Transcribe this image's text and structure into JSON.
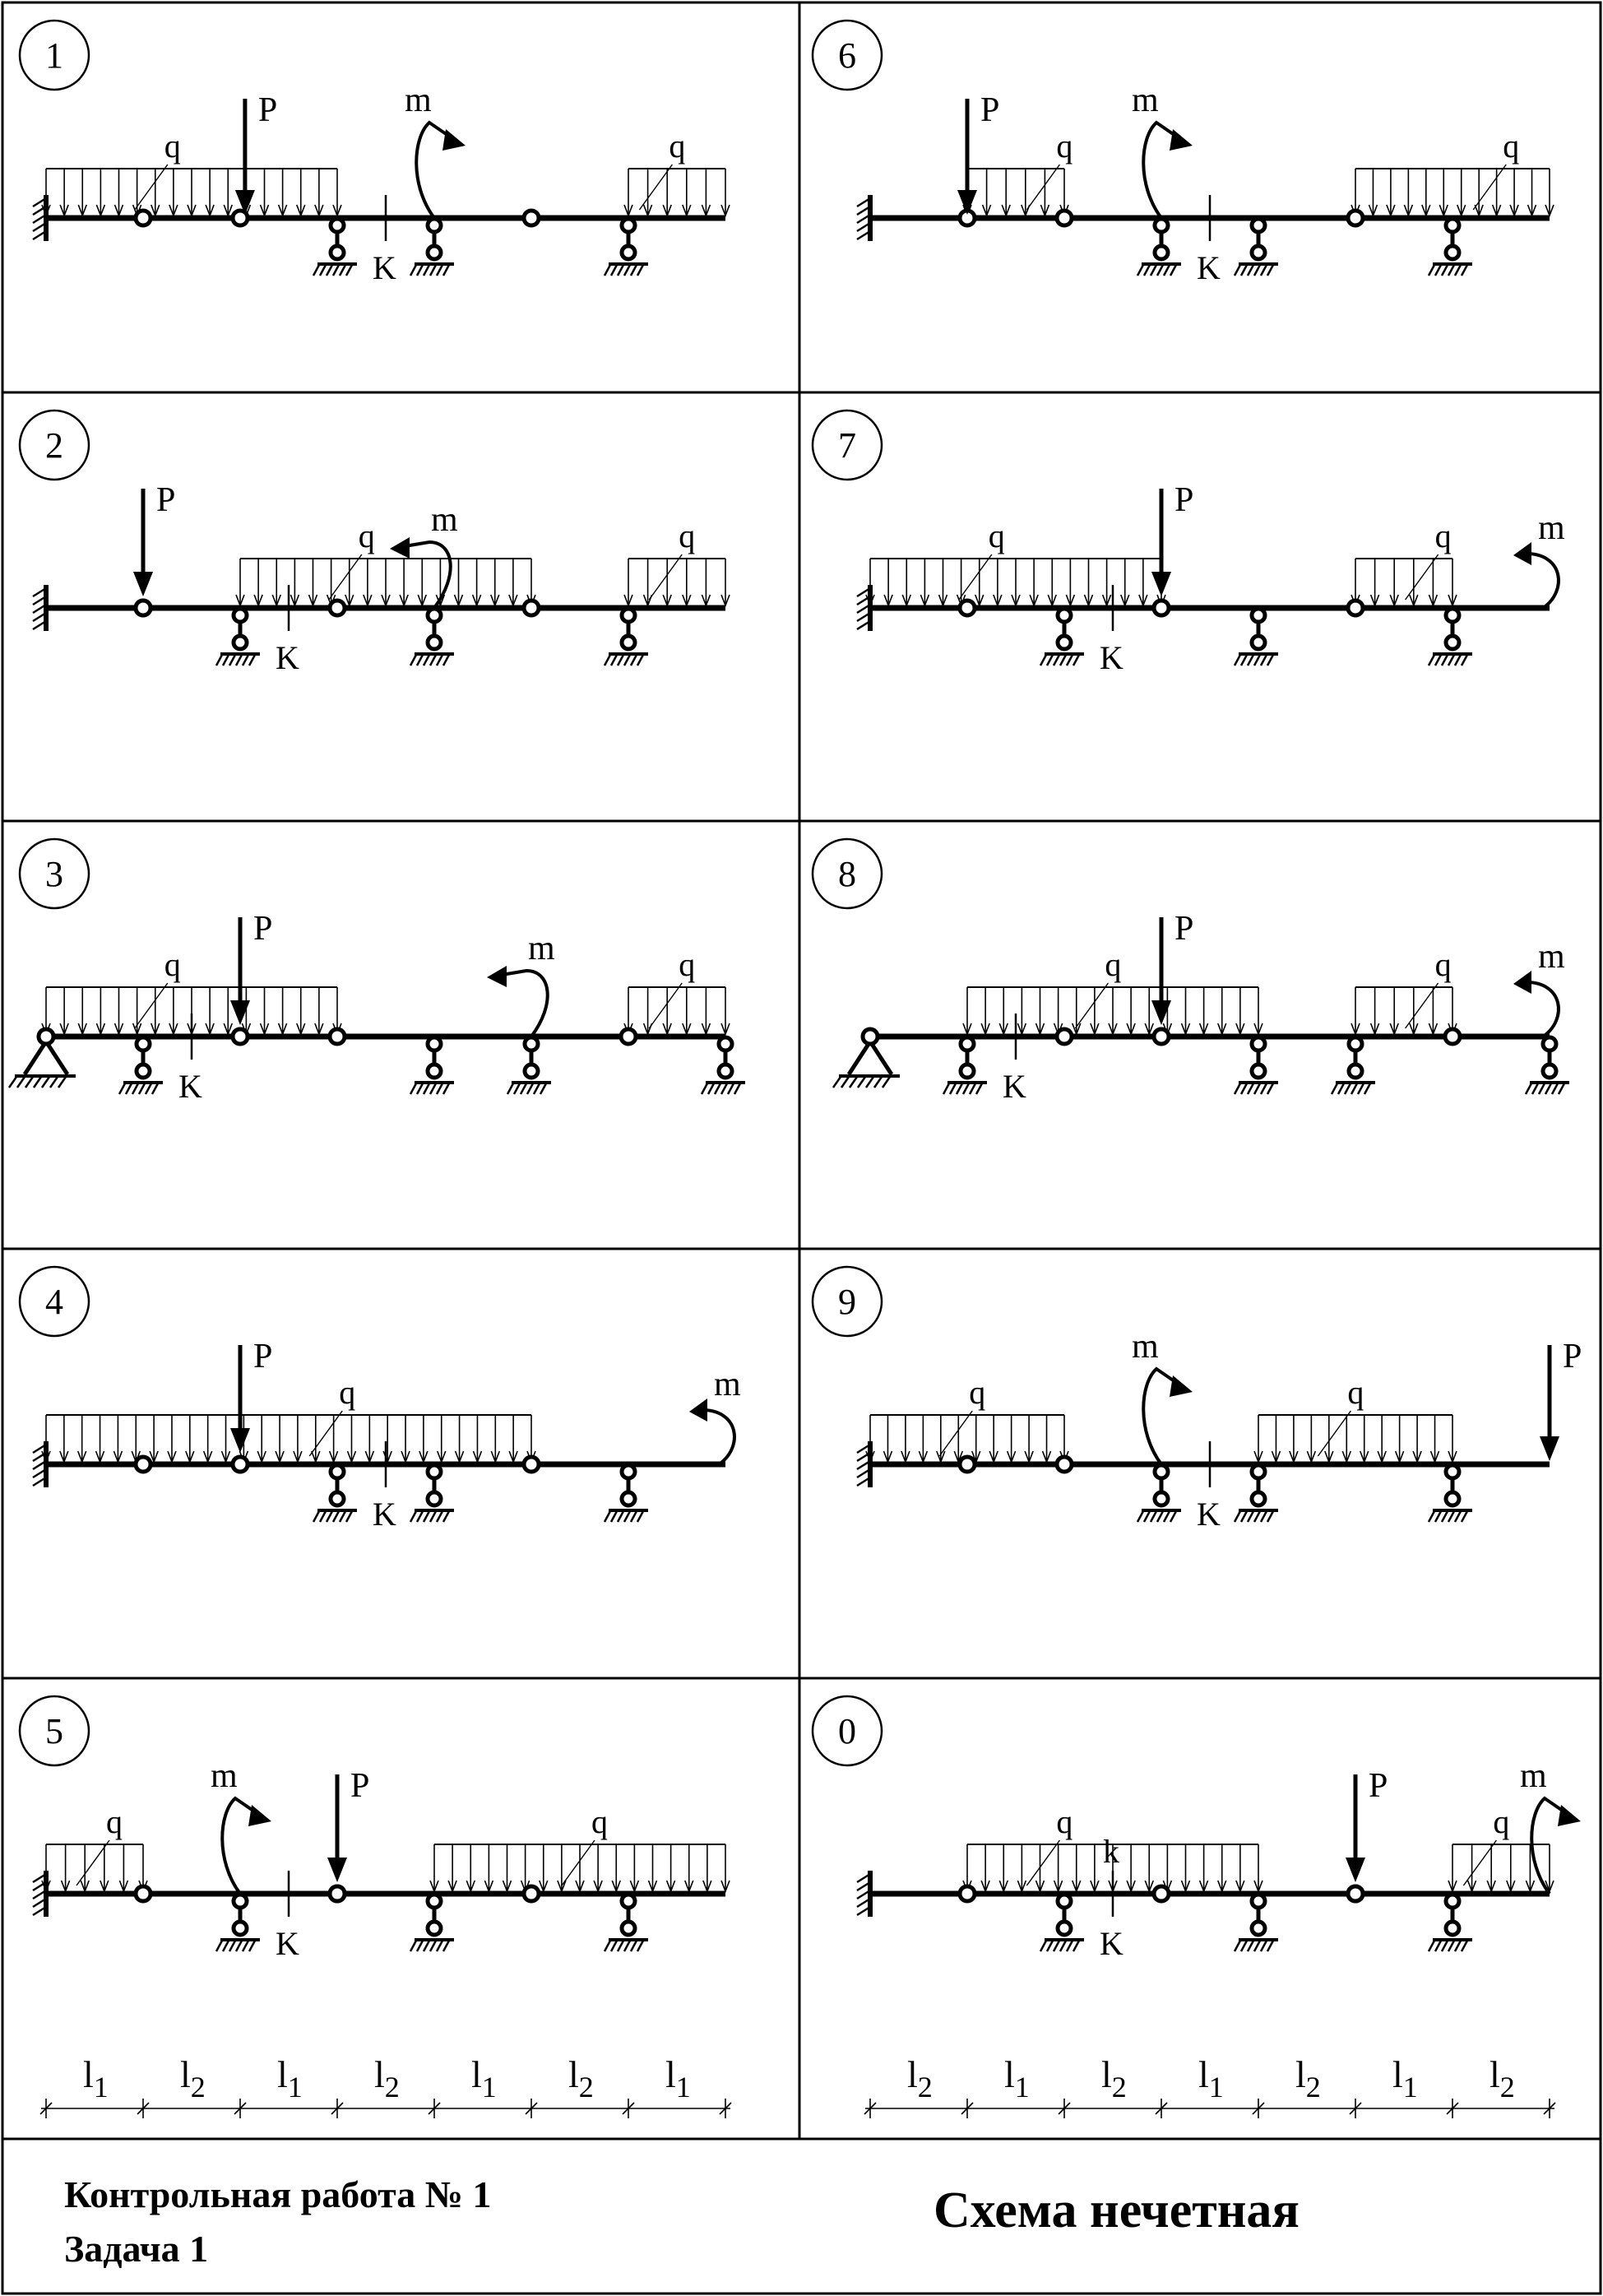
{
  "labels": {
    "P": "P",
    "q": "q",
    "m": "m",
    "K": "K",
    "k": "k"
  },
  "footer": {
    "line1": "Контрольная работа № 1",
    "line2": "Задача 1",
    "title": "Схема нечетная"
  },
  "spans": {
    "left": [
      "l1",
      "l2",
      "l1",
      "l2",
      "l1",
      "l2",
      "l1"
    ],
    "right": [
      "l2",
      "l1",
      "l2",
      "l1",
      "l2",
      "l1",
      "l2"
    ]
  },
  "schemes": [
    {
      "num": "1",
      "left": "fixed",
      "hinges": [
        1,
        2,
        5
      ],
      "supports": [
        3,
        4,
        6
      ],
      "q": [
        [
          0,
          3,
          1.1
        ],
        [
          6,
          7,
          6.3
        ]
      ],
      "P": [
        {
          "x": 2.05,
          "pin": false
        }
      ],
      "m": [
        {
          "x": 4,
          "dir": "cw",
          "side": "top"
        }
      ],
      "K": 3.5,
      "Klabel": "K"
    },
    {
      "num": "6",
      "left": "fixed",
      "hinges": [
        1,
        2,
        5
      ],
      "supports": [
        3,
        4,
        6
      ],
      "q": [
        [
          1,
          2,
          1.8
        ],
        [
          5,
          7,
          6.4
        ]
      ],
      "P": [
        {
          "x": 1,
          "pin": false
        }
      ],
      "m": [
        {
          "x": 3,
          "dir": "cw",
          "side": "top"
        }
      ],
      "K": 3.5,
      "Klabel": "K"
    },
    {
      "num": "2",
      "left": "fixed",
      "hinges": [
        1,
        3,
        5
      ],
      "supports": [
        2,
        4,
        6
      ],
      "q": [
        [
          2,
          5,
          3.1
        ],
        [
          6,
          7,
          6.4
        ]
      ],
      "P": [
        {
          "x": 1,
          "pin": true
        }
      ],
      "m": [
        {
          "x": 4,
          "dir": "ccw",
          "side": "top"
        }
      ],
      "K": 2.5,
      "Klabel": "K"
    },
    {
      "num": "7",
      "left": "fixed",
      "hinges": [
        1,
        3,
        5
      ],
      "supports": [
        2,
        4,
        6
      ],
      "q": [
        [
          0,
          3,
          1.1
        ],
        [
          5,
          6,
          5.7
        ]
      ],
      "P": [
        {
          "x": 3,
          "pin": true
        }
      ],
      "m": [
        {
          "x": 7,
          "dir": "ccw",
          "side": "end"
        }
      ],
      "K": 2.5,
      "Klabel": "K"
    },
    {
      "num": "3",
      "left": "pin",
      "hinges": [
        2,
        3,
        6
      ],
      "supports": [
        1,
        4,
        5,
        7
      ],
      "q": [
        [
          0,
          3,
          1.1
        ],
        [
          6,
          7,
          6.4
        ]
      ],
      "P": [
        {
          "x": 2,
          "pin": true
        }
      ],
      "m": [
        {
          "x": 5,
          "dir": "ccw",
          "side": "top"
        }
      ],
      "K": 1.5,
      "Klabel": "K"
    },
    {
      "num": "8",
      "left": "pin",
      "hinges": [
        2,
        3,
        6
      ],
      "supports": [
        1,
        4,
        5,
        7
      ],
      "q": [
        [
          1,
          4,
          2.3
        ],
        [
          5,
          6,
          5.7
        ]
      ],
      "P": [
        {
          "x": 3,
          "pin": true
        }
      ],
      "m": [
        {
          "x": 7,
          "dir": "ccw",
          "side": "end"
        }
      ],
      "K": 1.5,
      "Klabel": "K"
    },
    {
      "num": "4",
      "left": "fixed",
      "hinges": [
        1,
        2,
        5
      ],
      "supports": [
        3,
        4,
        6
      ],
      "q": [
        [
          0,
          5,
          2.9
        ]
      ],
      "P": [
        {
          "x": 2,
          "pin": true
        }
      ],
      "m": [
        {
          "x": 7,
          "dir": "ccw",
          "side": "end"
        }
      ],
      "K": 3.5,
      "Klabel": "K"
    },
    {
      "num": "9",
      "left": "fixed",
      "hinges": [
        1,
        2
      ],
      "supports": [
        3,
        4,
        6
      ],
      "q": [
        [
          0,
          2,
          0.9
        ],
        [
          4,
          6,
          4.8
        ]
      ],
      "P": [
        {
          "x": 7,
          "pin": false
        }
      ],
      "m": [
        {
          "x": 3,
          "dir": "cw",
          "side": "top"
        }
      ],
      "K": 3.5,
      "Klabel": "K"
    },
    {
      "num": "5",
      "left": "fixed",
      "hinges": [
        1,
        3,
        5
      ],
      "supports": [
        2,
        4,
        6
      ],
      "q": [
        [
          0,
          1,
          0.5
        ],
        [
          4,
          7,
          5.5
        ]
      ],
      "P": [
        {
          "x": 3,
          "pin": true
        }
      ],
      "m": [
        {
          "x": 2,
          "dir": "cw",
          "side": "top"
        }
      ],
      "K": 2.5,
      "Klabel": "K"
    },
    {
      "num": "0",
      "left": "fixed",
      "hinges": [
        1,
        3,
        5
      ],
      "supports": [
        2,
        4,
        6
      ],
      "q": [
        [
          1,
          4,
          1.8
        ],
        [
          6,
          7,
          6.3
        ]
      ],
      "P": [
        {
          "x": 5,
          "pin": true
        }
      ],
      "m": [
        {
          "x": 7,
          "dir": "cw",
          "side": "top"
        }
      ],
      "K": 2.5,
      "Klabel": "K",
      "Ktop": "k"
    }
  ],
  "colors": {
    "ink": "#000000",
    "paper": "#ffffff"
  }
}
